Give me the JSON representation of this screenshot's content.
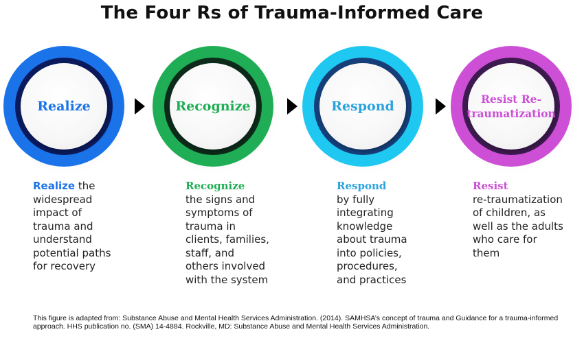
{
  "title": "The Four Rs of Trauma-Informed Care",
  "steps": [
    {
      "circle_label": "Realize",
      "color": "#1a73e8",
      "ring_color": "#0b1a5c",
      "desc_head": "Realize",
      "desc_head_suffix": " the",
      "desc_lines": [
        "widespread",
        "impact of",
        "trauma and",
        "understand",
        "potential paths",
        "for recovery"
      ]
    },
    {
      "circle_label": "Recognize",
      "color": "#1fae55",
      "ring_color": "#0d2b1a",
      "desc_head": "Recognize",
      "desc_head_suffix": "",
      "desc_lines": [
        "the signs and",
        "symptoms of",
        "trauma in",
        "clients, families,",
        "staff, and",
        "others involved",
        "with the system"
      ]
    },
    {
      "circle_label": "Respond",
      "color": "#1ec8f0",
      "ring_color": "#163f7a",
      "text_color": "#2aa3dd",
      "desc_head": "Respond",
      "desc_head_suffix": "",
      "desc_lines": [
        "by fully",
        "integrating",
        "knowledge",
        "about trauma",
        "into policies,",
        "procedures,",
        "and practices"
      ]
    },
    {
      "circle_label_line1": "Resist Re-",
      "circle_label_line2": "traumatization",
      "color": "#cc4fd6",
      "ring_color": "#3d1a4f",
      "desc_head": "Resist",
      "desc_head_suffix": "",
      "desc_lines": [
        "re-traumatization",
        "of children, as",
        "well as the adults",
        "who care for",
        "them"
      ]
    }
  ],
  "arrows": [
    "arrow-right-icon",
    "arrow-right-icon",
    "arrow-right-icon"
  ],
  "footnote": "This figure is adapted from: Substance Abuse and Mental Health Services Administration. (2014). SAMHSA’s concept of trauma and Guidance for a trauma-informed approach. HHS publication no. (SMA) 14-4884. Rockville, MD: Substance Abuse and Mental Health Services Administration."
}
